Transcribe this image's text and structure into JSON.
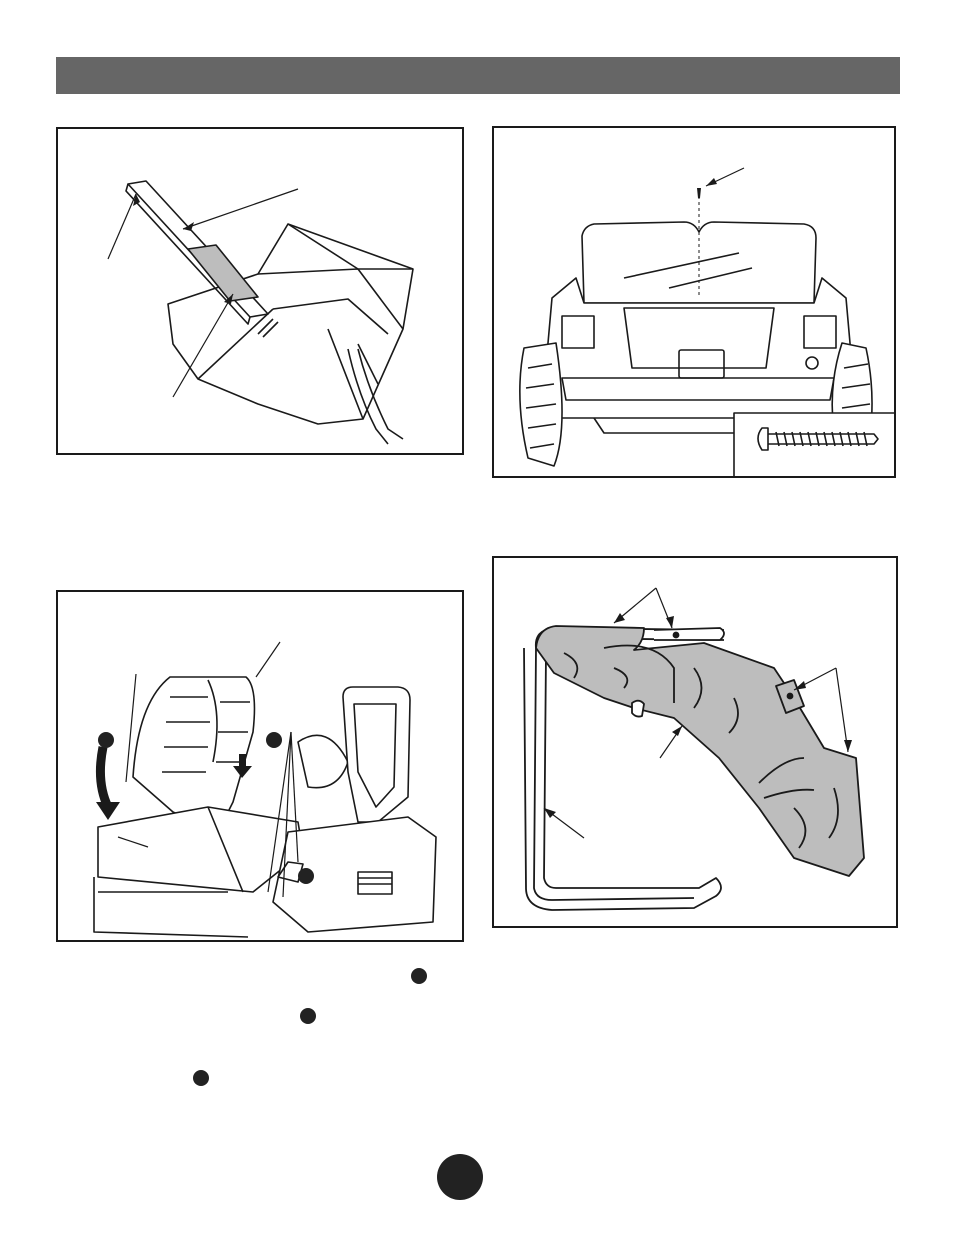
{
  "colors": {
    "header_bar": "#666666",
    "line": "#1a1a1a",
    "part_fill": "#bdbdbd",
    "marker": "#222222"
  },
  "figures": [
    {
      "id": "a",
      "subject": "seat-back-bracket"
    },
    {
      "id": "b",
      "subject": "vehicle-rear-windshield-screw"
    },
    {
      "id": "c",
      "subject": "seat-installation"
    },
    {
      "id": "d",
      "subject": "roll-bar-cover"
    }
  ]
}
